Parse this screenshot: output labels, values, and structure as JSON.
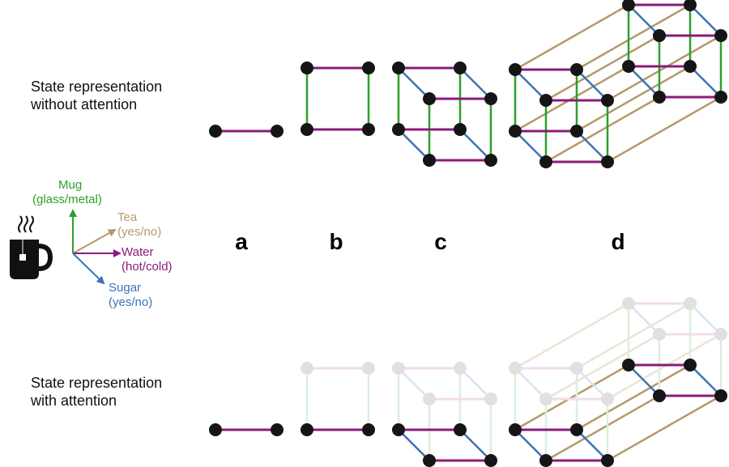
{
  "labels": {
    "without_attention": [
      "State representation",
      "without attention"
    ],
    "with_attention": [
      "State representation",
      "with attention"
    ]
  },
  "panels": [
    "a",
    "b",
    "c",
    "d"
  ],
  "axes": [
    {
      "id": "mug",
      "title": "Mug",
      "sub": "(glass/metal)",
      "color": "#2ca02c"
    },
    {
      "id": "tea",
      "title": "Tea",
      "sub": "(yes/no)",
      "color": "#b59a6a"
    },
    {
      "id": "water",
      "title": "Water",
      "sub": "(hot/cold)",
      "color": "#8c1a7a"
    },
    {
      "id": "sugar",
      "title": "Sugar",
      "sub": "(yes/no)",
      "color": "#3b73b3"
    }
  ],
  "colors": {
    "node": "#151515",
    "node_faded": "#e0e0e0",
    "mug": "#2ca02c",
    "water": "#8c1a7a",
    "sugar": "#3b73b3",
    "tea": "#b59a6a"
  },
  "icon": "tea-mug-icon"
}
